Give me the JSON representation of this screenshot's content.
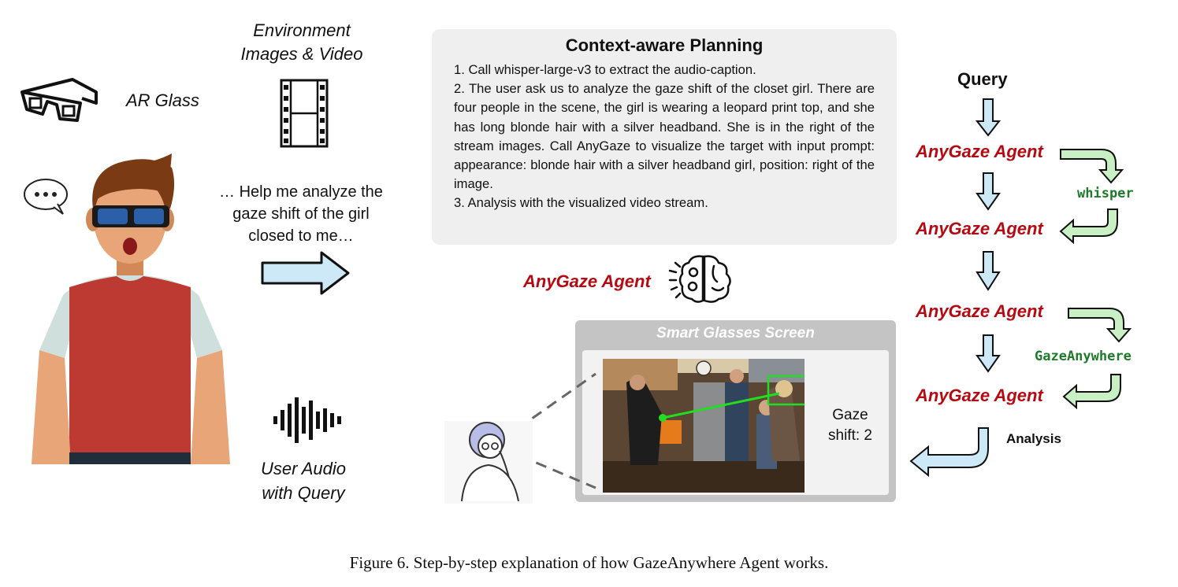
{
  "left": {
    "ar_glass_label": "AR Glass",
    "env_label_line1": "Environment",
    "env_label_line2": "Images & Video",
    "speech_line1": "… Help me analyze the",
    "speech_line2": "gaze shift of the girl",
    "speech_line3": "closed to me…",
    "audio_label_line1": "User Audio",
    "audio_label_line2": "with Query"
  },
  "planning": {
    "title": "Context-aware Planning",
    "step1": "1. Call whisper-large-v3 to extract the audio-caption.",
    "step2": "2. The user ask us to analyze the gaze shift of the closet girl. There are four people in the scene, the girl is wearing a leopard print top, and she has long blonde hair with a silver headband. She is in the right of the stream images. Call AnyGaze to visualize the target with input prompt: appearance: blonde hair with a silver headband girl, position: right of the image.",
    "step3": "3. Analysis with the visualized video stream."
  },
  "center": {
    "agent_label": "AnyGaze Agent"
  },
  "screen": {
    "title": "Smart Glasses Screen",
    "gaze_line1": "Gaze",
    "gaze_line2": "shift: 2"
  },
  "flow": {
    "query": "Query",
    "agent_1": "AnyGaze Agent",
    "agent_2": "AnyGaze Agent",
    "agent_3": "AnyGaze Agent",
    "agent_4": "AnyGaze Agent",
    "tool_whisper": "whisper",
    "tool_gaze": "GazeAnywhere",
    "analysis": "Analysis"
  },
  "caption": "Figure 6. Step-by-step explanation of how GazeAnywhere Agent works.",
  "colors": {
    "agent_red": "#b50a12",
    "tool_green": "#1f7a2a",
    "arrow_blue_fill": "#cde9f7",
    "arrow_green_fill": "#c9efc4",
    "gaze_line_green": "#22dd22"
  }
}
